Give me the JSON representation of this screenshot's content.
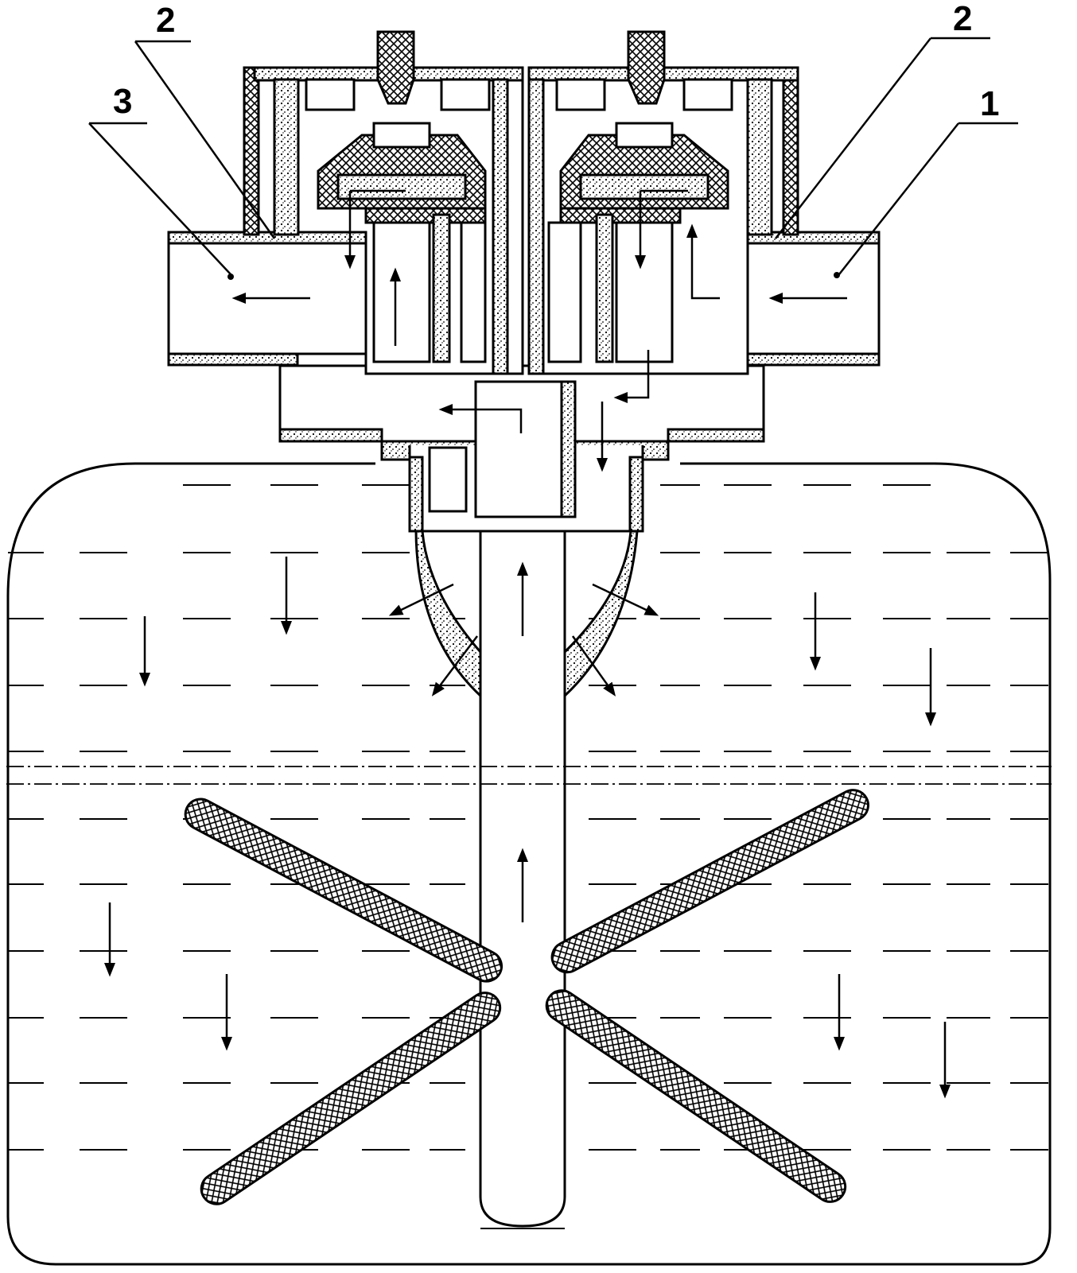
{
  "diagram": {
    "callouts": [
      {
        "id": "label-2-left",
        "text": "2"
      },
      {
        "id": "label-3",
        "text": "3"
      },
      {
        "id": "label-2-right",
        "text": "2"
      },
      {
        "id": "label-1",
        "text": "1"
      }
    ],
    "colors": {
      "line": "#000000",
      "background": "#ffffff",
      "hatch": "#000000"
    }
  }
}
